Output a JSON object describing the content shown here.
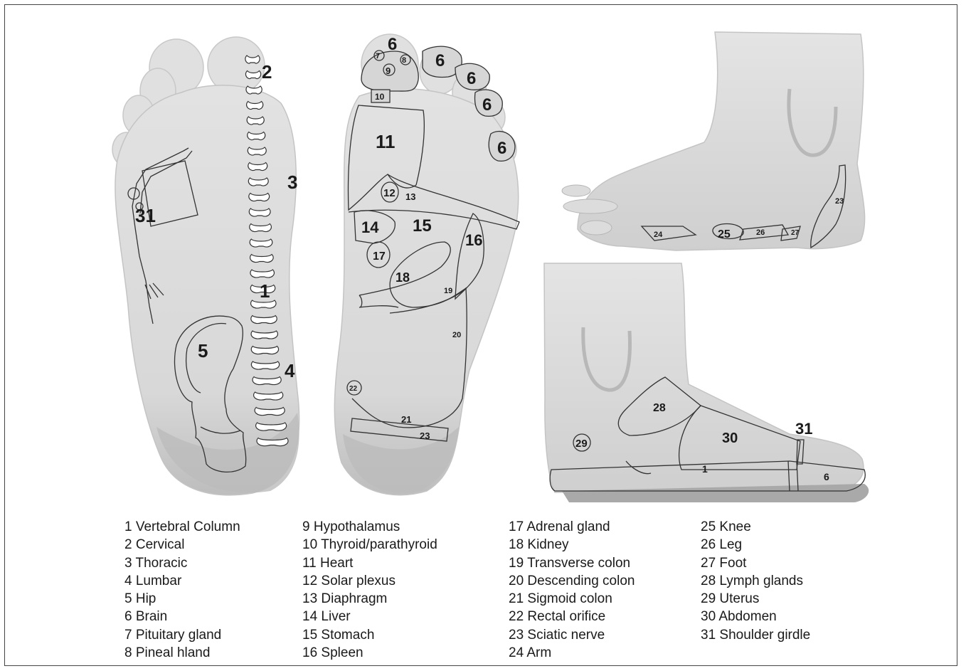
{
  "zone_labels": {
    "z1": "1",
    "z1b": "1",
    "z2": "2",
    "z3": "3",
    "z4": "4",
    "z5": "5",
    "z6a": "6",
    "z6b": "6",
    "z6c": "6",
    "z6d": "6",
    "z6e": "6",
    "z6f": "6",
    "z7": "7",
    "z8": "8",
    "z9": "9",
    "z10": "10",
    "z11": "11",
    "z12": "12",
    "z13": "13",
    "z14": "14",
    "z15": "15",
    "z16": "16",
    "z17": "17",
    "z18": "18",
    "z19": "19",
    "z20": "20",
    "z21": "21",
    "z22": "22",
    "z23": "23",
    "z23b": "23",
    "z24": "24",
    "z25": "25",
    "z26": "26",
    "z27": "27",
    "z28": "28",
    "z29": "29",
    "z30": "30",
    "z31": "31",
    "z31b": "31"
  },
  "legend": {
    "col1": [
      "1 Vertebral Column",
      "2 Cervical",
      "3 Thoracic",
      "4 Lumbar",
      "5 Hip",
      "6 Brain",
      "7 Pituitary gland",
      "8 Pineal hland"
    ],
    "col2": [
      "9 Hypothalamus",
      "10 Thyroid/parathyroid",
      "11 Heart",
      "12 Solar plexus",
      "13 Diaphragm",
      "14 Liver",
      "15 Stomach",
      "16 Spleen"
    ],
    "col3": [
      "17 Adrenal gland",
      "18 Kidney",
      "19 Transverse colon",
      "20 Descending colon",
      "21 Sigmoid colon",
      "22 Rectal orifice",
      "23 Sciatic nerve",
      "24 Arm"
    ],
    "col4": [
      "25 Knee",
      "26 Leg",
      "27 Foot",
      "28 Lymph glands",
      "29 Uterus",
      "30 Abdomen",
      "31 Shoulder girdle"
    ]
  }
}
